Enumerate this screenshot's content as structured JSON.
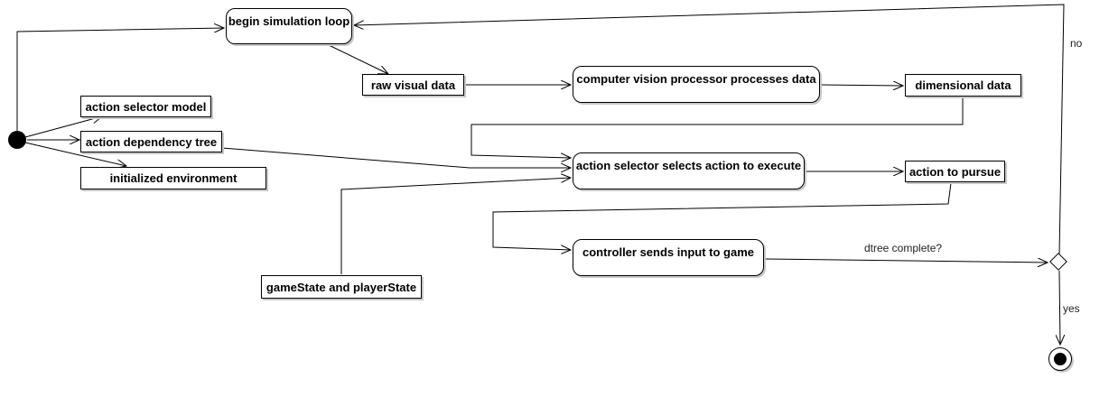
{
  "nodes": {
    "begin_loop": "begin simulation loop",
    "raw_visual": "raw visual data",
    "cv_process": "computer vision processor processes data",
    "dimensional": "dimensional data",
    "action_selector_model": "action selector model",
    "action_dependency_tree": "action dependency tree",
    "initialized_environment": "initialized environment",
    "action_selects": "action selector selects action to execute",
    "action_to_pursue": "action to pursue",
    "controller_sends": "controller sends input to game",
    "game_player_state": "gameState and playerState"
  },
  "labels": {
    "no": "no",
    "yes": "yes",
    "dtree_complete": "dtree complete?"
  }
}
